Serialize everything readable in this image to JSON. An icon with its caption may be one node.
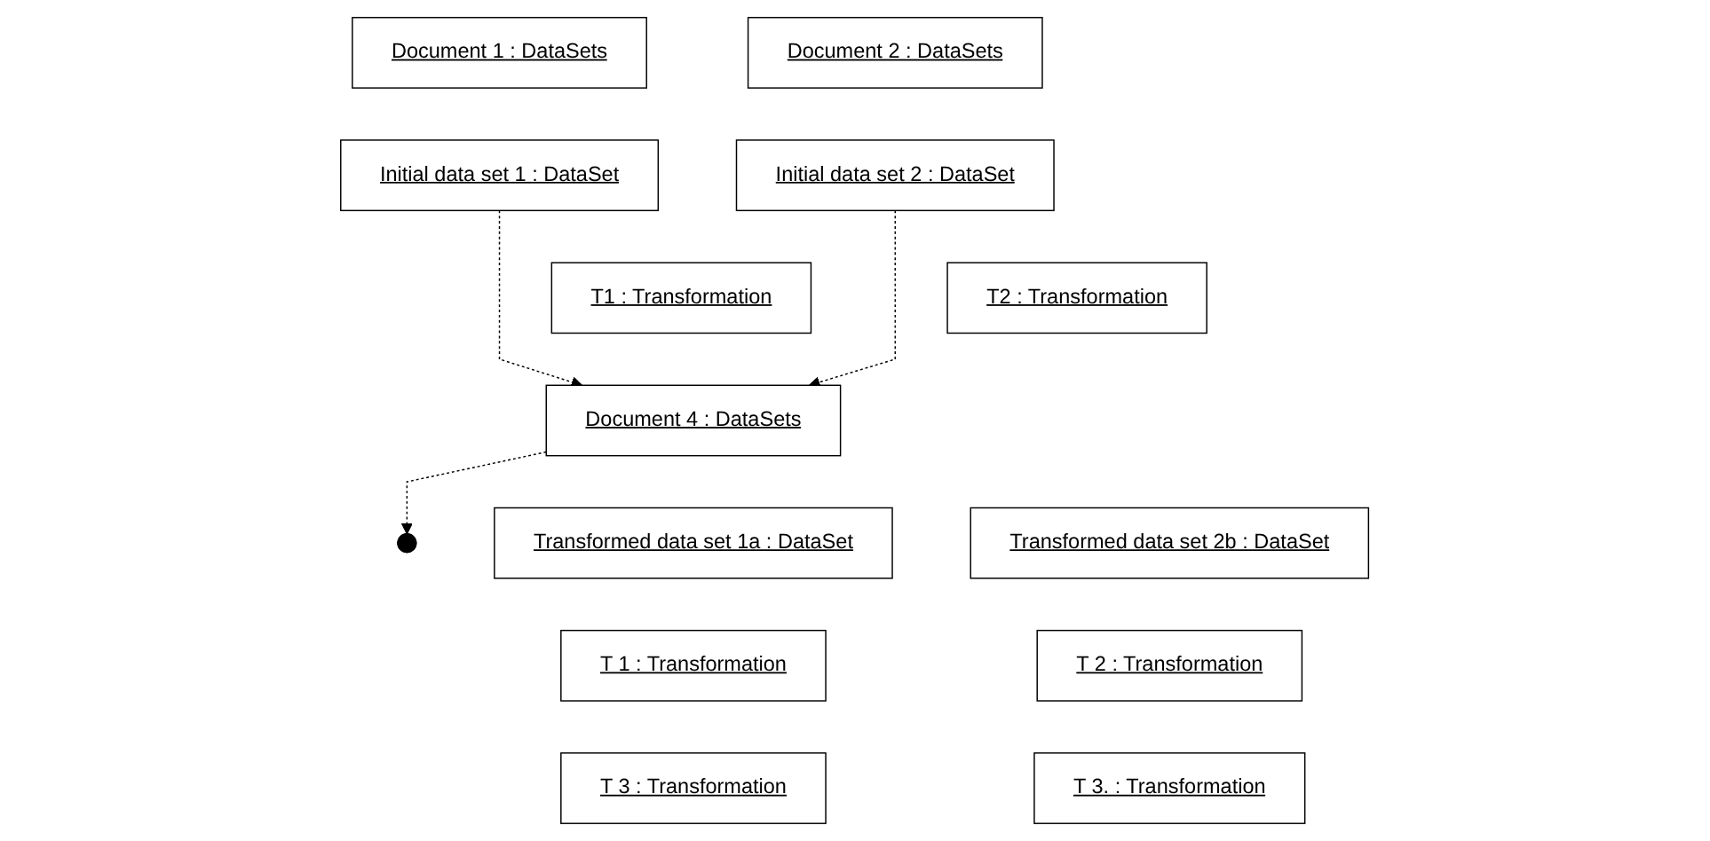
{
  "diagram": {
    "nodes": [
      {
        "text": [
          "Document 1 : DataSets"
        ]
      },
      {
        "text": [
          "Initial data set 1 : DataSet"
        ]
      },
      {
        "text": [
          "T1 : Transformation"
        ]
      },
      {
        "text": [
          "Document 2 : DataSets"
        ]
      },
      {
        "text": [
          "Initial data set 2 : DataSet"
        ]
      },
      {
        "text": [
          "T2 : Transformation"
        ]
      },
      {
        "text": [
          "Document 4 : DataSets"
        ]
      },
      {
        "text": [
          "Transformed data set 1a : DataSet"
        ]
      },
      {
        "text": [
          "T 1 : Transformation"
        ]
      },
      {
        "text": [
          "T 3 : Transformation"
        ]
      },
      {
        "text": [
          "Transformed data set 2b : DataSet"
        ]
      },
      {
        "text": [
          "T 2 : Transformation"
        ]
      },
      {
        "text": [
          "T 3. : Transformation"
        ]
      },
      {
        "text": [],
        "shape": "circle"
      }
    ],
    "edges": [
      {
        "from": 1,
        "to": 6,
        "arrow": "to",
        "style": "dashed"
      },
      {
        "from": 4,
        "to": 6,
        "arrow": "to",
        "style": "dashed"
      },
      {
        "from": 6,
        "to": 13,
        "arrow": "to",
        "style": "dashed"
      }
    ]
  }
}
